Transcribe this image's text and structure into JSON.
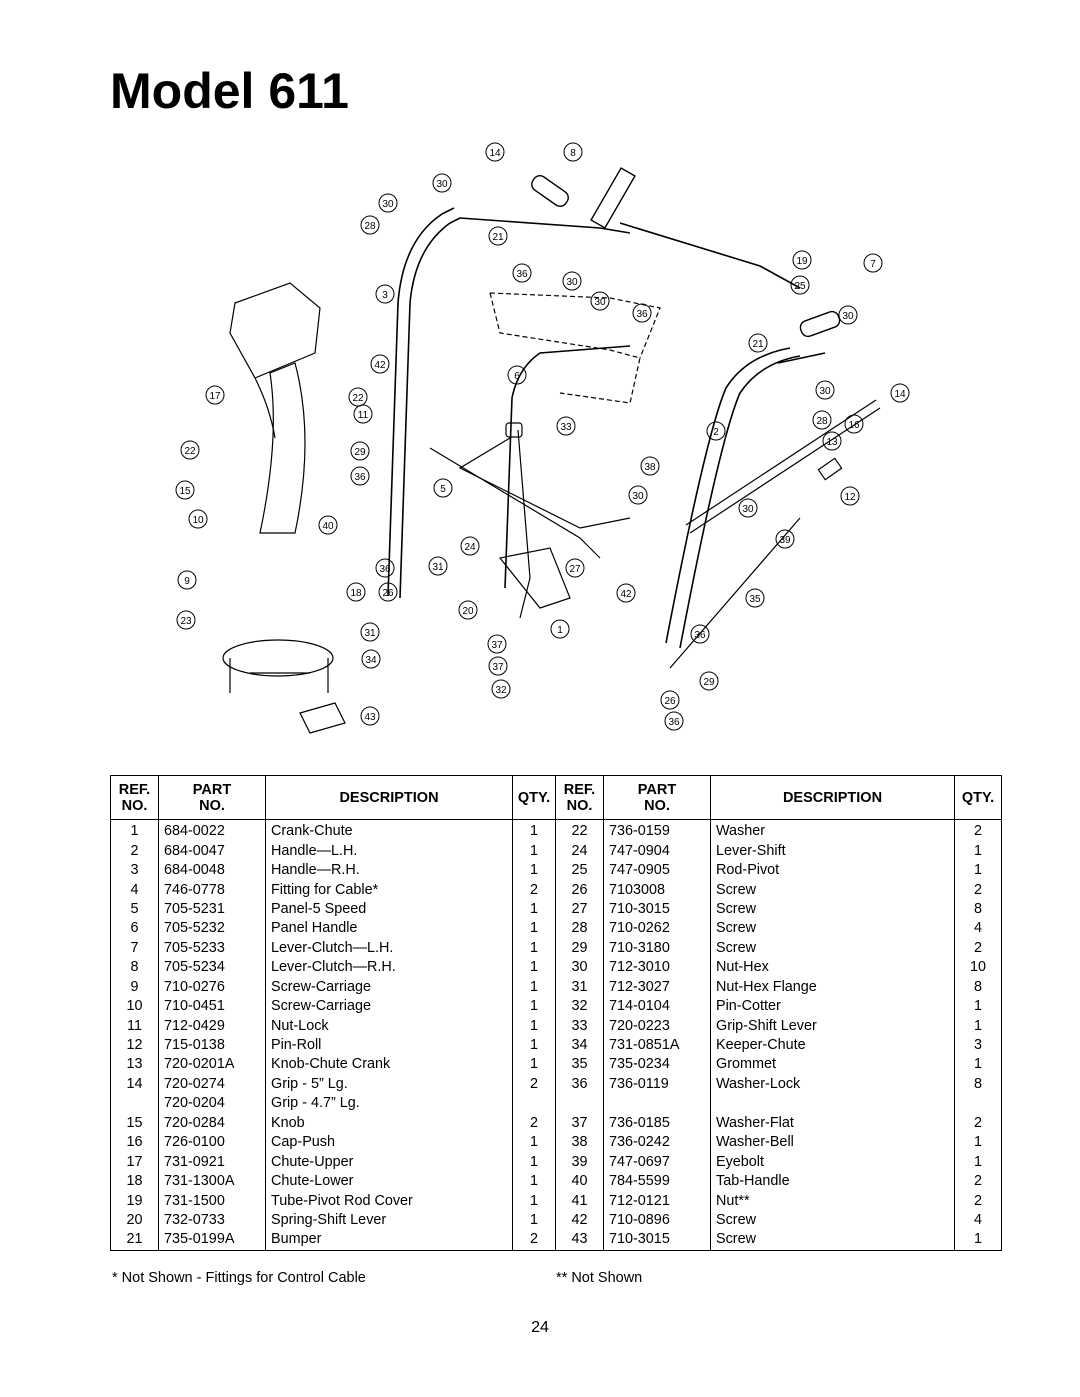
{
  "title": "Model 611",
  "headers": {
    "ref_no": [
      "REF.",
      "NO."
    ],
    "part_no": [
      "PART",
      "NO."
    ],
    "description": "DESCRIPTION",
    "qty": "QTY."
  },
  "rows": [
    {
      "l": [
        "1",
        "684-0022",
        "Crank-Chute",
        "1"
      ],
      "r": [
        "22",
        "736-0159",
        "Washer",
        "2"
      ]
    },
    {
      "l": [
        "2",
        "684-0047",
        "Handle—L.H.",
        "1"
      ],
      "r": [
        "24",
        "747-0904",
        "Lever-Shift",
        "1"
      ]
    },
    {
      "l": [
        "3",
        "684-0048",
        "Handle—R.H.",
        "1"
      ],
      "r": [
        "25",
        "747-0905",
        "Rod-Pivot",
        "1"
      ]
    },
    {
      "l": [
        "4",
        "746-0778",
        "Fitting for Cable*",
        "2"
      ],
      "r": [
        "26",
        "7103008",
        "Screw",
        "2"
      ]
    },
    {
      "l": [
        "5",
        "705-5231",
        "Panel-5 Speed",
        "1"
      ],
      "r": [
        "27",
        "710-3015",
        "Screw",
        "8"
      ]
    },
    {
      "l": [
        "6",
        "705-5232",
        "Panel Handle",
        "1"
      ],
      "r": [
        "28",
        "710-0262",
        "Screw",
        "4"
      ]
    },
    {
      "l": [
        "7",
        "705-5233",
        "Lever-Clutch—L.H.",
        "1"
      ],
      "r": [
        "29",
        "710-3180",
        "Screw",
        "2"
      ]
    },
    {
      "l": [
        "8",
        "705-5234",
        "Lever-Clutch—R.H.",
        "1"
      ],
      "r": [
        "30",
        "712-3010",
        "Nut-Hex",
        "10"
      ]
    },
    {
      "l": [
        "9",
        "710-0276",
        "Screw-Carriage",
        "1"
      ],
      "r": [
        "31",
        "712-3027",
        "Nut-Hex Flange",
        "8"
      ]
    },
    {
      "l": [
        "10",
        "710-0451",
        "Screw-Carriage",
        "1"
      ],
      "r": [
        "32",
        "714-0104",
        "Pin-Cotter",
        "1"
      ]
    },
    {
      "l": [
        "11",
        "712-0429",
        "Nut-Lock",
        "1"
      ],
      "r": [
        "33",
        "720-0223",
        "Grip-Shift Lever",
        "1"
      ]
    },
    {
      "l": [
        "12",
        "715-0138",
        "Pin-Roll",
        "1"
      ],
      "r": [
        "34",
        "731-0851A",
        "Keeper-Chute",
        "3"
      ]
    },
    {
      "l": [
        "13",
        "720-0201A",
        "Knob-Chute Crank",
        "1"
      ],
      "r": [
        "35",
        "735-0234",
        "Grommet",
        "1"
      ]
    },
    {
      "l": [
        "14",
        "720-0274",
        "Grip - 5” Lg.",
        "2"
      ],
      "r": [
        "36",
        "736-0119",
        "Washer-Lock",
        "8"
      ]
    },
    {
      "l": [
        "",
        "720-0204",
        "Grip - 4.7” Lg.",
        ""
      ],
      "r": [
        "",
        "",
        "",
        ""
      ]
    },
    {
      "l": [
        "15",
        "720-0284",
        "Knob",
        "2"
      ],
      "r": [
        "37",
        "736-0185",
        "Washer-Flat",
        "2"
      ]
    },
    {
      "l": [
        "16",
        "726-0100",
        "Cap-Push",
        "1"
      ],
      "r": [
        "38",
        "736-0242",
        "Washer-Bell",
        "1"
      ]
    },
    {
      "l": [
        "17",
        "731-0921",
        "Chute-Upper",
        "1"
      ],
      "r": [
        "39",
        "747-0697",
        "Eyebolt",
        "1"
      ]
    },
    {
      "l": [
        "18",
        "731-1300A",
        "Chute-Lower",
        "1"
      ],
      "r": [
        "40",
        "784-5599",
        "Tab-Handle",
        "2"
      ]
    },
    {
      "l": [
        "19",
        "731-1500",
        "Tube-Pivot Rod Cover",
        "1"
      ],
      "r": [
        "41",
        "712-0121",
        "Nut**",
        "2"
      ]
    },
    {
      "l": [
        "20",
        "732-0733",
        "Spring-Shift Lever",
        "1"
      ],
      "r": [
        "42",
        "710-0896",
        "Screw",
        "4"
      ]
    },
    {
      "l": [
        "21",
        "735-0199A",
        "Bumper",
        "2"
      ],
      "r": [
        "43",
        "710-3015",
        "Screw",
        "1"
      ]
    }
  ],
  "footnotes": {
    "single": "*  Not Shown - Fittings for Control Cable",
    "double": "**  Not Shown"
  },
  "page_number": "24",
  "diagram_callouts": [
    "14",
    "8",
    "30",
    "30",
    "28",
    "21",
    "19",
    "7",
    "3",
    "36",
    "30",
    "25",
    "30",
    "36",
    "6",
    "21",
    "42",
    "14",
    "17",
    "22",
    "11",
    "30",
    "33",
    "2",
    "28",
    "16",
    "13",
    "22",
    "29",
    "38",
    "36",
    "5",
    "12",
    "15",
    "30",
    "30",
    "10",
    "40",
    "39",
    "24",
    "36",
    "9",
    "31",
    "27",
    "18",
    "26",
    "35",
    "42",
    "23",
    "20",
    "37",
    "1",
    "36",
    "31",
    "34",
    "37",
    "29",
    "32",
    "26",
    "43",
    "36"
  ]
}
